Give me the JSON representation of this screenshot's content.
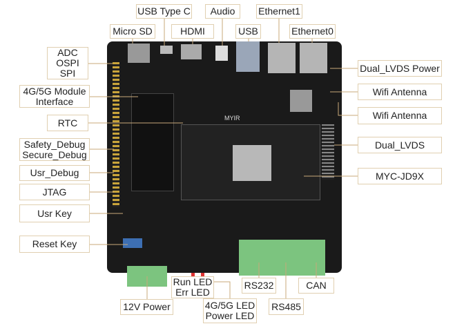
{
  "labels": {
    "usb_type_c": "USB Type C",
    "audio": "Audio",
    "ethernet1": "Ethernet1",
    "micro_sd": "Micro SD",
    "hdmi": "HDMI",
    "usb": "USB",
    "ethernet0": "Ethernet0",
    "adc": "ADC",
    "ospi": "OSPI",
    "spi": "SPI",
    "module_4g5g_1": "4G/5G  Module",
    "module_4g5g_2": "Interface",
    "rtc": "RTC",
    "safety_debug": "Safety_Debug",
    "secure_debug": "Secure_Debug",
    "usr_debug": "Usr_Debug",
    "jtag": "JTAG",
    "usr_key": "Usr Key",
    "reset_key": "Reset Key",
    "dual_lvds_power": "Dual_LVDS Power",
    "wifi_antenna_1": "Wifi Antenna",
    "wifi_antenna_2": "Wifi Antenna",
    "dual_lvds": "Dual_LVDS",
    "myc_jd9x": "MYC-JD9X",
    "power_12v": "12V Power",
    "run_led": "Run LED",
    "err_led": "Err LED",
    "led_4g5g": "4G/5G LED",
    "power_led": "Power LED",
    "rs232": "RS232",
    "can": "CAN",
    "rs485": "RS485"
  },
  "board": {
    "brand": "MYIR"
  },
  "colors": {
    "board": "#1a1a1a",
    "terminal": "#7cc47f",
    "label_border": "#e0cfb0",
    "leader": "#c9a97a"
  }
}
